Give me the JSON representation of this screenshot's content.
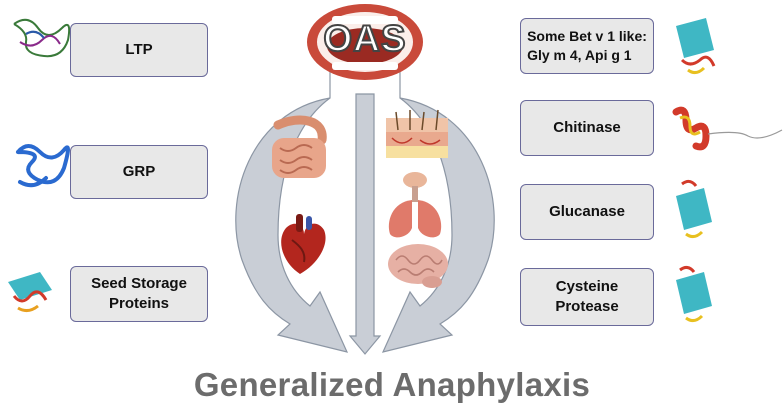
{
  "center": {
    "label": "OAS"
  },
  "left_boxes": [
    {
      "label": "LTP"
    },
    {
      "label": "GRP"
    },
    {
      "label": "Seed Storage\nProteins"
    }
  ],
  "right_boxes": [
    {
      "label": "Some Bet v 1 like:\nGly m 4, Api g 1"
    },
    {
      "label": "Chitinase"
    },
    {
      "label": "Glucanase"
    },
    {
      "label": "Cysteine\nProtease"
    }
  ],
  "title": "Generalized Anaphylaxis",
  "colors": {
    "arrow_fill": "#c9ced6",
    "arrow_stroke": "#8c96a4",
    "box_border": "#6a6a9a",
    "title": "#6c6c6c"
  },
  "icons": [
    "protein-structure-icon",
    "mouth-icon",
    "intestine-icon",
    "skin-icon",
    "heart-icon",
    "lungs-icon",
    "brain-icon"
  ]
}
